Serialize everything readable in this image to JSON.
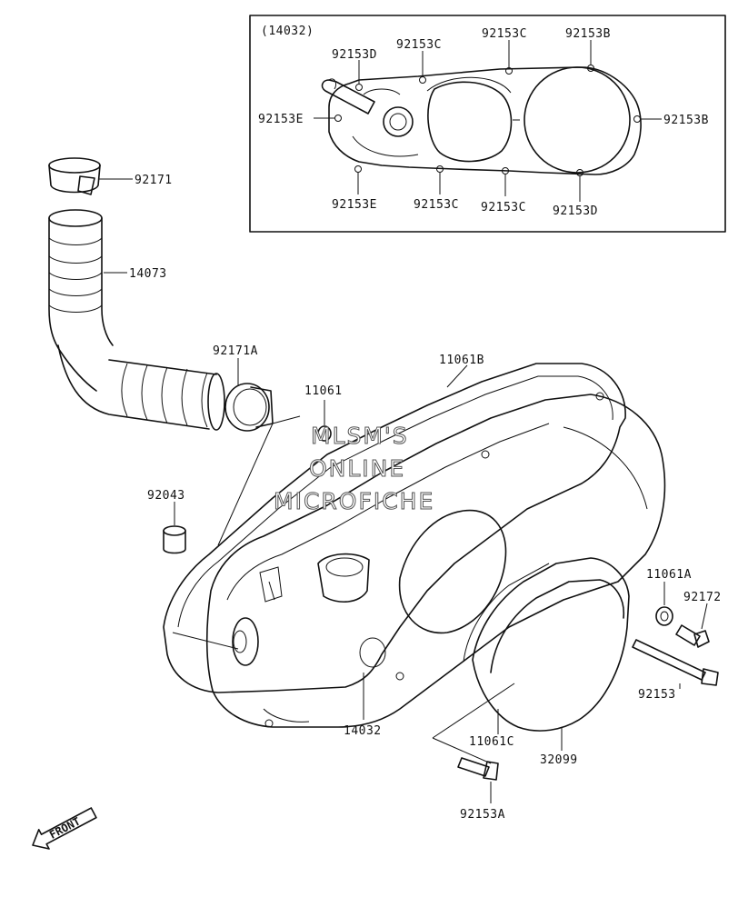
{
  "inset": {
    "title": "(14032)",
    "labels": {
      "d_top": "92153D",
      "c_top1": "92153C",
      "c_top2": "92153C",
      "b_top": "92153B",
      "e_left": "92153E",
      "b_right": "92153B",
      "e_bottom": "92153E",
      "c_bottom1": "92153C",
      "c_bottom2": "92153C",
      "d_bottom": "92153D"
    }
  },
  "parts": {
    "clamp_top": "92171",
    "hose": "14073",
    "clamp_a": "92171A",
    "gasket_b": "11061B",
    "oring": "11061",
    "dowel": "92043",
    "gasket_a": "11061A",
    "bolt_right_short": "92172",
    "bolt_right_long": "92153",
    "cover": "14032",
    "gasket_c": "11061C",
    "small_cover": "32099",
    "bolt_bottom": "92153A"
  },
  "watermark": [
    "MLSM'S",
    "ONLINE",
    "MICROFICHE"
  ],
  "front_label": "FRONT"
}
